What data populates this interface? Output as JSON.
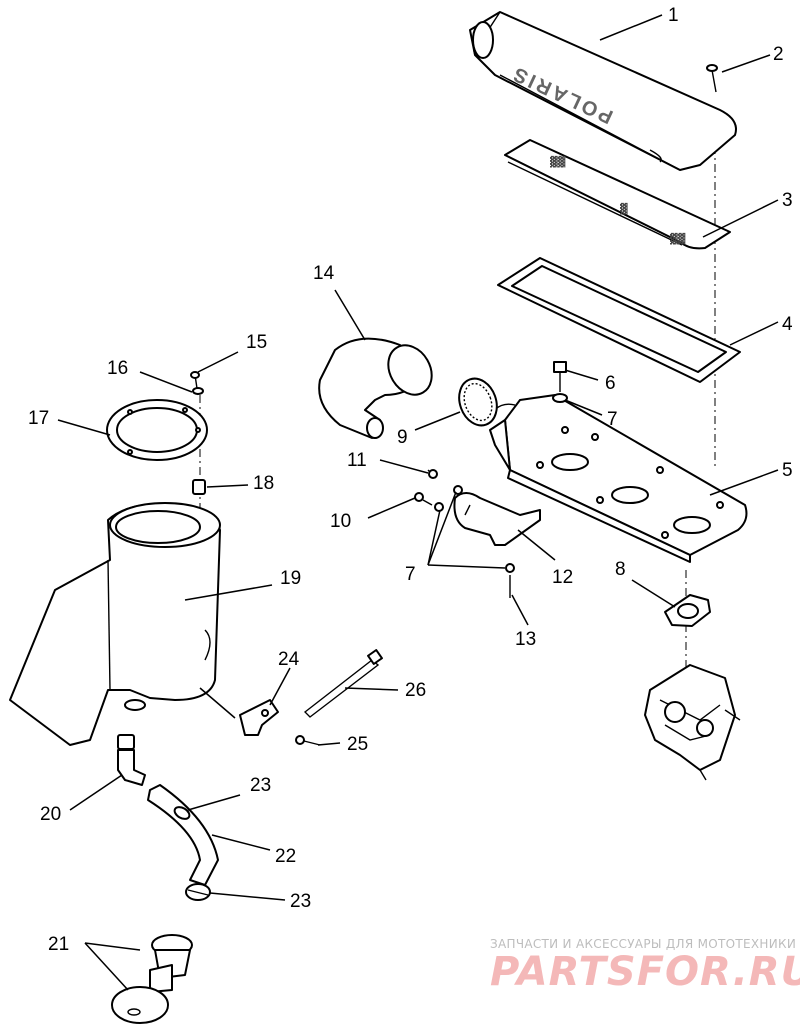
{
  "callouts": [
    {
      "id": "1",
      "text": "1"
    },
    {
      "id": "2",
      "text": "2"
    },
    {
      "id": "3",
      "text": "3"
    },
    {
      "id": "4",
      "text": "4"
    },
    {
      "id": "5",
      "text": "5"
    },
    {
      "id": "6",
      "text": "6"
    },
    {
      "id": "7a",
      "text": "7"
    },
    {
      "id": "7b",
      "text": "7"
    },
    {
      "id": "8",
      "text": "8"
    },
    {
      "id": "9",
      "text": "9"
    },
    {
      "id": "10",
      "text": "10"
    },
    {
      "id": "11",
      "text": "11"
    },
    {
      "id": "12",
      "text": "12"
    },
    {
      "id": "13",
      "text": "13"
    },
    {
      "id": "14",
      "text": "14"
    },
    {
      "id": "15",
      "text": "15"
    },
    {
      "id": "16",
      "text": "16"
    },
    {
      "id": "17",
      "text": "17"
    },
    {
      "id": "18",
      "text": "18"
    },
    {
      "id": "19",
      "text": "19"
    },
    {
      "id": "20",
      "text": "20"
    },
    {
      "id": "21",
      "text": "21"
    },
    {
      "id": "22",
      "text": "22"
    },
    {
      "id": "23a",
      "text": "23"
    },
    {
      "id": "23b",
      "text": "23"
    },
    {
      "id": "24",
      "text": "24"
    },
    {
      "id": "25",
      "text": "25"
    },
    {
      "id": "26",
      "text": "26"
    }
  ],
  "cover_embossing": "POLARIS",
  "watermark": {
    "line1": "ЗАПЧАСТИ И АКСЕССУАРЫ ДЛЯ МОТОТЕХНИКИ",
    "line2": "PARTSFOR.RU"
  }
}
